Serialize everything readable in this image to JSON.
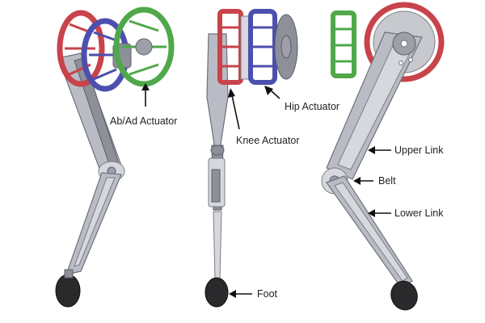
{
  "labels": {
    "ab_ad_actuator": "Ab/Ad Actuator",
    "hip_actuator": "Hip Actuator",
    "knee_actuator": "Knee Actuator",
    "upper_link": "Upper Link",
    "belt": "Belt",
    "lower_link": "Lower Link",
    "foot": "Foot"
  },
  "colors": {
    "actuator_ab_ad": "#4fa84a",
    "actuator_hip": "#4d4fae",
    "actuator_knee": "#c8434a",
    "link_metal": "#b9bcc4",
    "foot": "#2a2a2c"
  },
  "views": [
    "isometric-view",
    "front-view",
    "side-view"
  ]
}
